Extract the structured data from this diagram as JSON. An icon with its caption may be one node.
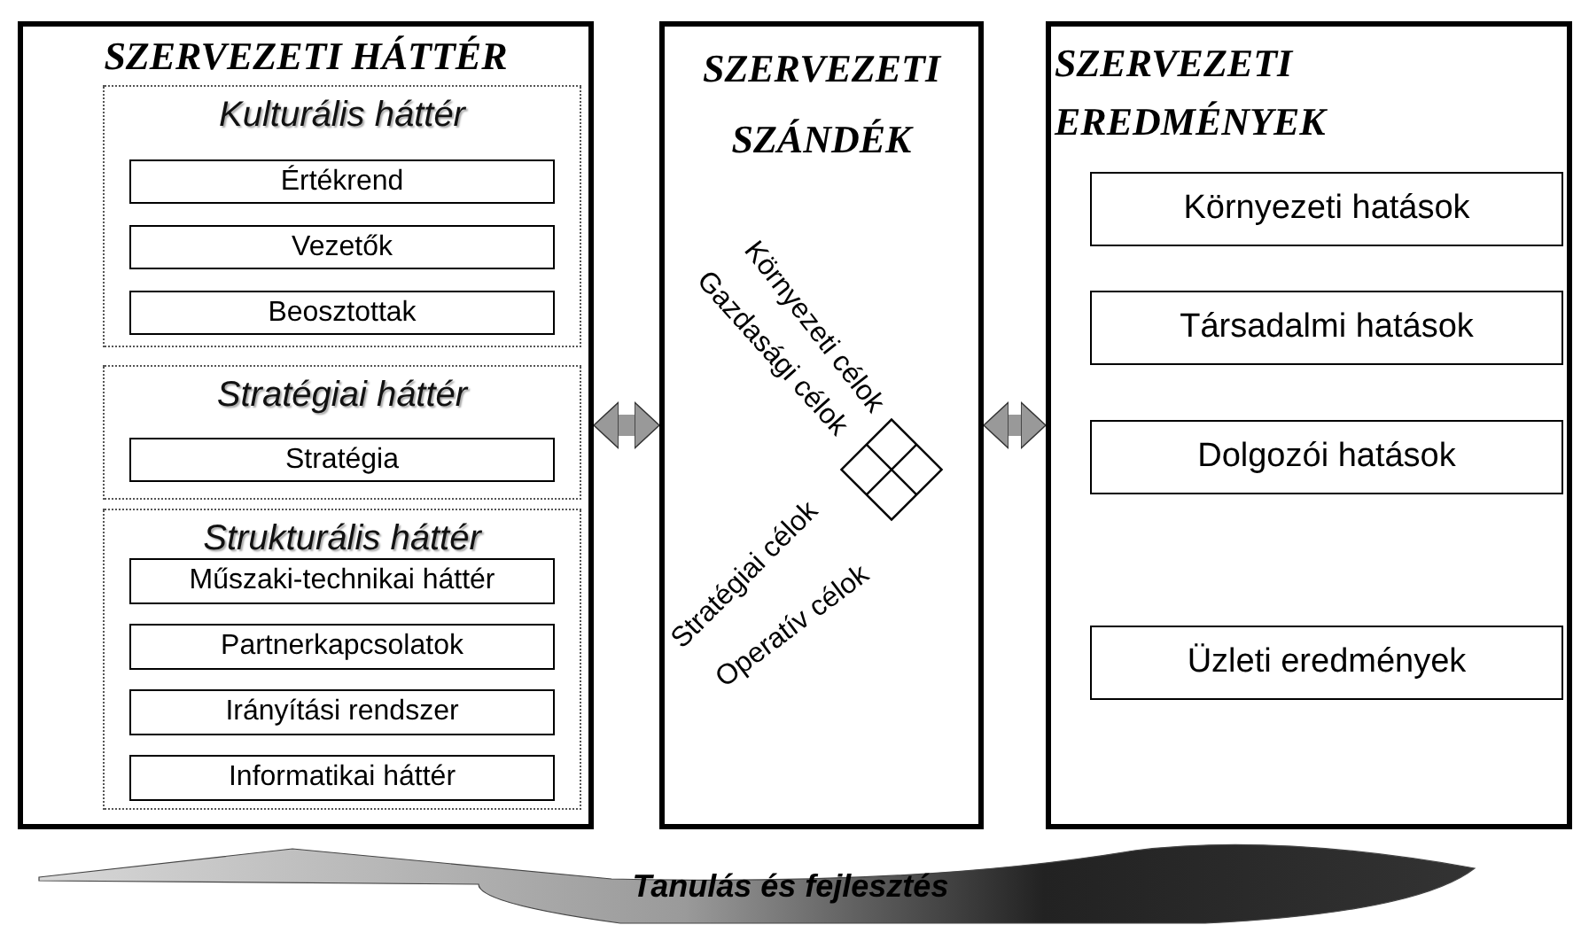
{
  "diagram": {
    "nodes": [
      {
        "text": [
          "SZERVEZETI HÁTTÉR"
        ]
      },
      {
        "text": [
          "Kulturális háttér"
        ],
        "in": 0
      },
      {
        "text": [
          "Értékrend"
        ],
        "in": 1
      },
      {
        "text": [
          "Vezetők"
        ],
        "in": 1
      },
      {
        "text": [
          "Beosztottak"
        ],
        "in": 1
      },
      {
        "text": [
          "Stratégiai háttér"
        ],
        "in": 0
      },
      {
        "text": [
          "Stratégia"
        ],
        "in": 5
      },
      {
        "text": [
          "Strukturális háttér"
        ],
        "in": 0
      },
      {
        "text": [
          "Műszaki-technikai háttér"
        ],
        "in": 7
      },
      {
        "text": [
          "Partnerkapcsolatok"
        ],
        "in": 7
      },
      {
        "text": [
          "Irányítási rendszer"
        ],
        "in": 7
      },
      {
        "text": [
          "Informatikai háttér"
        ],
        "in": 7
      },
      {
        "text": [
          "SZERVEZETI SZÁNDÉK"
        ]
      },
      {
        "text": [
          "SZERVEZETI EREDMÉNYEK"
        ]
      },
      {
        "text": [
          "Környezeti hatások"
        ],
        "in": 13
      },
      {
        "text": [
          "Társadalmi hatások"
        ],
        "in": 13
      },
      {
        "text": [
          "Dolgozói hatások"
        ],
        "in": 13
      },
      {
        "text": [
          "Üzleti eredmények"
        ],
        "in": 13
      }
    ],
    "edges": [
      {
        "from": 0,
        "to": 12,
        "arrow": "both"
      },
      {
        "from": 12,
        "to": 13,
        "arrow": "both"
      }
    ],
    "labels": [
      "Környezeti célok",
      "Gazdasági célok",
      "Stratégiai célok",
      "Operatív célok",
      "Tanulás és fejlesztés"
    ]
  }
}
